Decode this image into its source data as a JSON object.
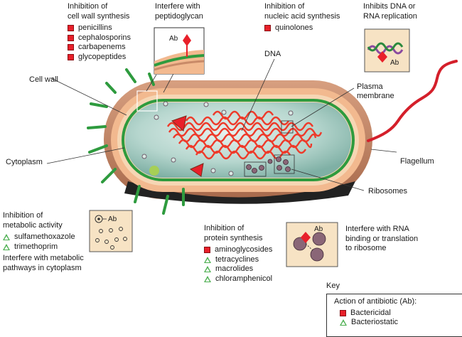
{
  "labels": {
    "cell_wall": "Cell wall",
    "cytoplasm": "Cytoplasm",
    "dna": "DNA",
    "plasma_membrane_1": "Plasma",
    "plasma_membrane_2": "membrane",
    "flagellum": "Flagellum",
    "ribosomes": "Ribosomes",
    "ab": "Ab"
  },
  "cell_wall_synthesis": {
    "title_1": "Inhibition of",
    "title_2": "cell wall synthesis",
    "drugs": [
      "penicillins",
      "cephalosporins",
      "carbapenems",
      "glycopeptides"
    ]
  },
  "peptidoglycan": {
    "line_1": "Interfere with",
    "line_2": "peptidoglycan"
  },
  "nucleic_acid": {
    "title_1": "Inhibition of",
    "title_2": "nucleic acid synthesis",
    "drugs": [
      "quinolones"
    ]
  },
  "dna_replication": {
    "line_1": "Inhibits DNA or",
    "line_2": "RNA replication"
  },
  "metabolic": {
    "title_1": "Inhibition of",
    "title_2": "metabolic activity",
    "drugs": [
      "sulfamethoxazole",
      "trimethoprim"
    ],
    "note_1": "Interfere with metabolic",
    "note_2": "pathways in cytoplasm"
  },
  "protein_synthesis": {
    "title_1": "Inhibition of",
    "title_2": "protein synthesis",
    "bactericidal": [
      "aminoglycosides"
    ],
    "bacteriostatic": [
      "tetracyclines",
      "macrolides",
      "chloramphenicol"
    ]
  },
  "rna_binding": {
    "line_1": "Interfere with RNA",
    "line_2": "binding or translation",
    "line_3": "to ribosome"
  },
  "key": {
    "title": "Key",
    "heading": "Action of antibiotic (Ab):",
    "bactericidal": "Bactericidal",
    "bacteriostatic": "Bacteriostatic"
  },
  "colors": {
    "bactericidal": "#e8202a",
    "bacteriostatic": "#4caf50",
    "cell_wall": "#c98a68",
    "cytoplasm": "#a9cfc6",
    "dna": "#ee3a2a",
    "inset_bg": "#f7e3c4"
  }
}
